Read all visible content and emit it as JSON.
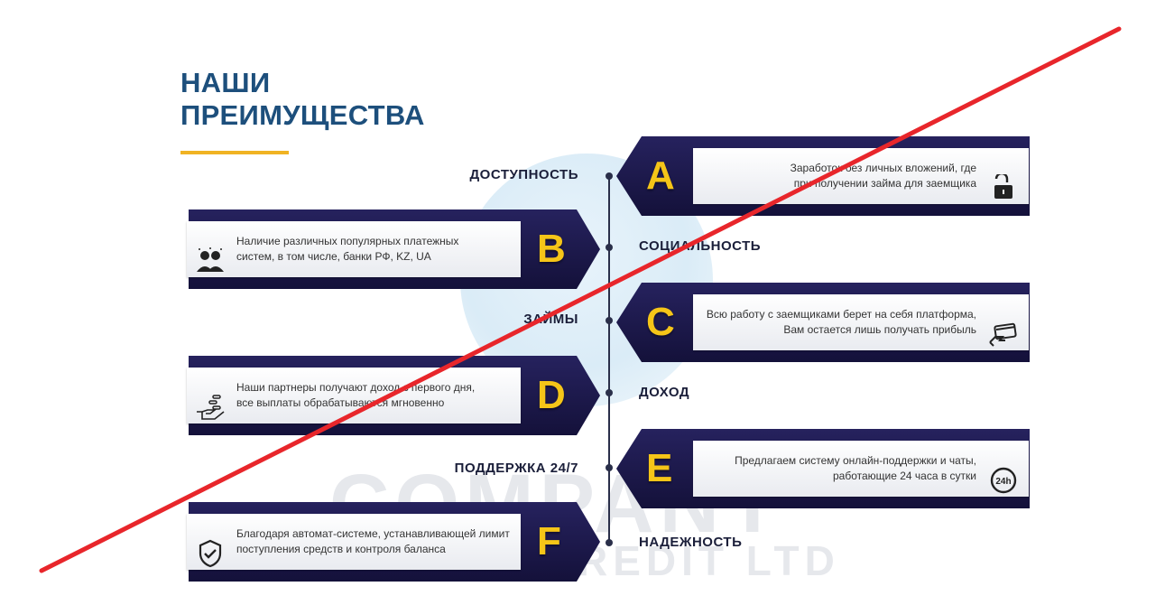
{
  "title": {
    "line1": "НАШИ",
    "line2": "ПРЕИМУЩЕСТВА"
  },
  "watermark": {
    "line1": "COMPANY",
    "line2": "REDIT LTD"
  },
  "colors": {
    "title": "#1d4f7c",
    "accent": "#f0b323",
    "card": "#1e1a4f",
    "letter": "#f5c518",
    "cross": "#e8262b"
  },
  "items": [
    {
      "letter": "A",
      "label": "ДОСТУПНОСТЬ",
      "text1": "Заработок без личных вложений, где",
      "text2": "при получении займа для заемщика",
      "icon": "lock-open-icon"
    },
    {
      "letter": "B",
      "label": "СОЦИАЛЬНОСТЬ",
      "text1": "Наличие различных популярных платежных",
      "text2": "систем, в том числе, банки РФ, KZ, UA",
      "icon": "people-icon"
    },
    {
      "letter": "C",
      "label": "ЗАЙМЫ",
      "text1": "Всю работу с заемщиками берет на себя платформа,",
      "text2": "Вам остается лишь получать прибыль",
      "icon": "card-hand-icon"
    },
    {
      "letter": "D",
      "label": "ДОХОД",
      "text1": "Наши партнеры получают доход с первого дня,",
      "text2": "все выплаты обрабатываются мгновенно",
      "icon": "hand-coins-icon"
    },
    {
      "letter": "E",
      "label": "ПОДДЕРЖКА 24/7",
      "text1": "Предлагаем систему онлайн-поддержки и чаты,",
      "text2": "работающие 24 часа в сутки",
      "icon": "support-24h-icon"
    },
    {
      "letter": "F",
      "label": "НАДЕЖНОСТЬ",
      "text1": "Благодаря автомат-системе, устанавливающей лимит",
      "text2": "поступления средств и контроля баланса",
      "icon": "shield-check-icon"
    }
  ]
}
